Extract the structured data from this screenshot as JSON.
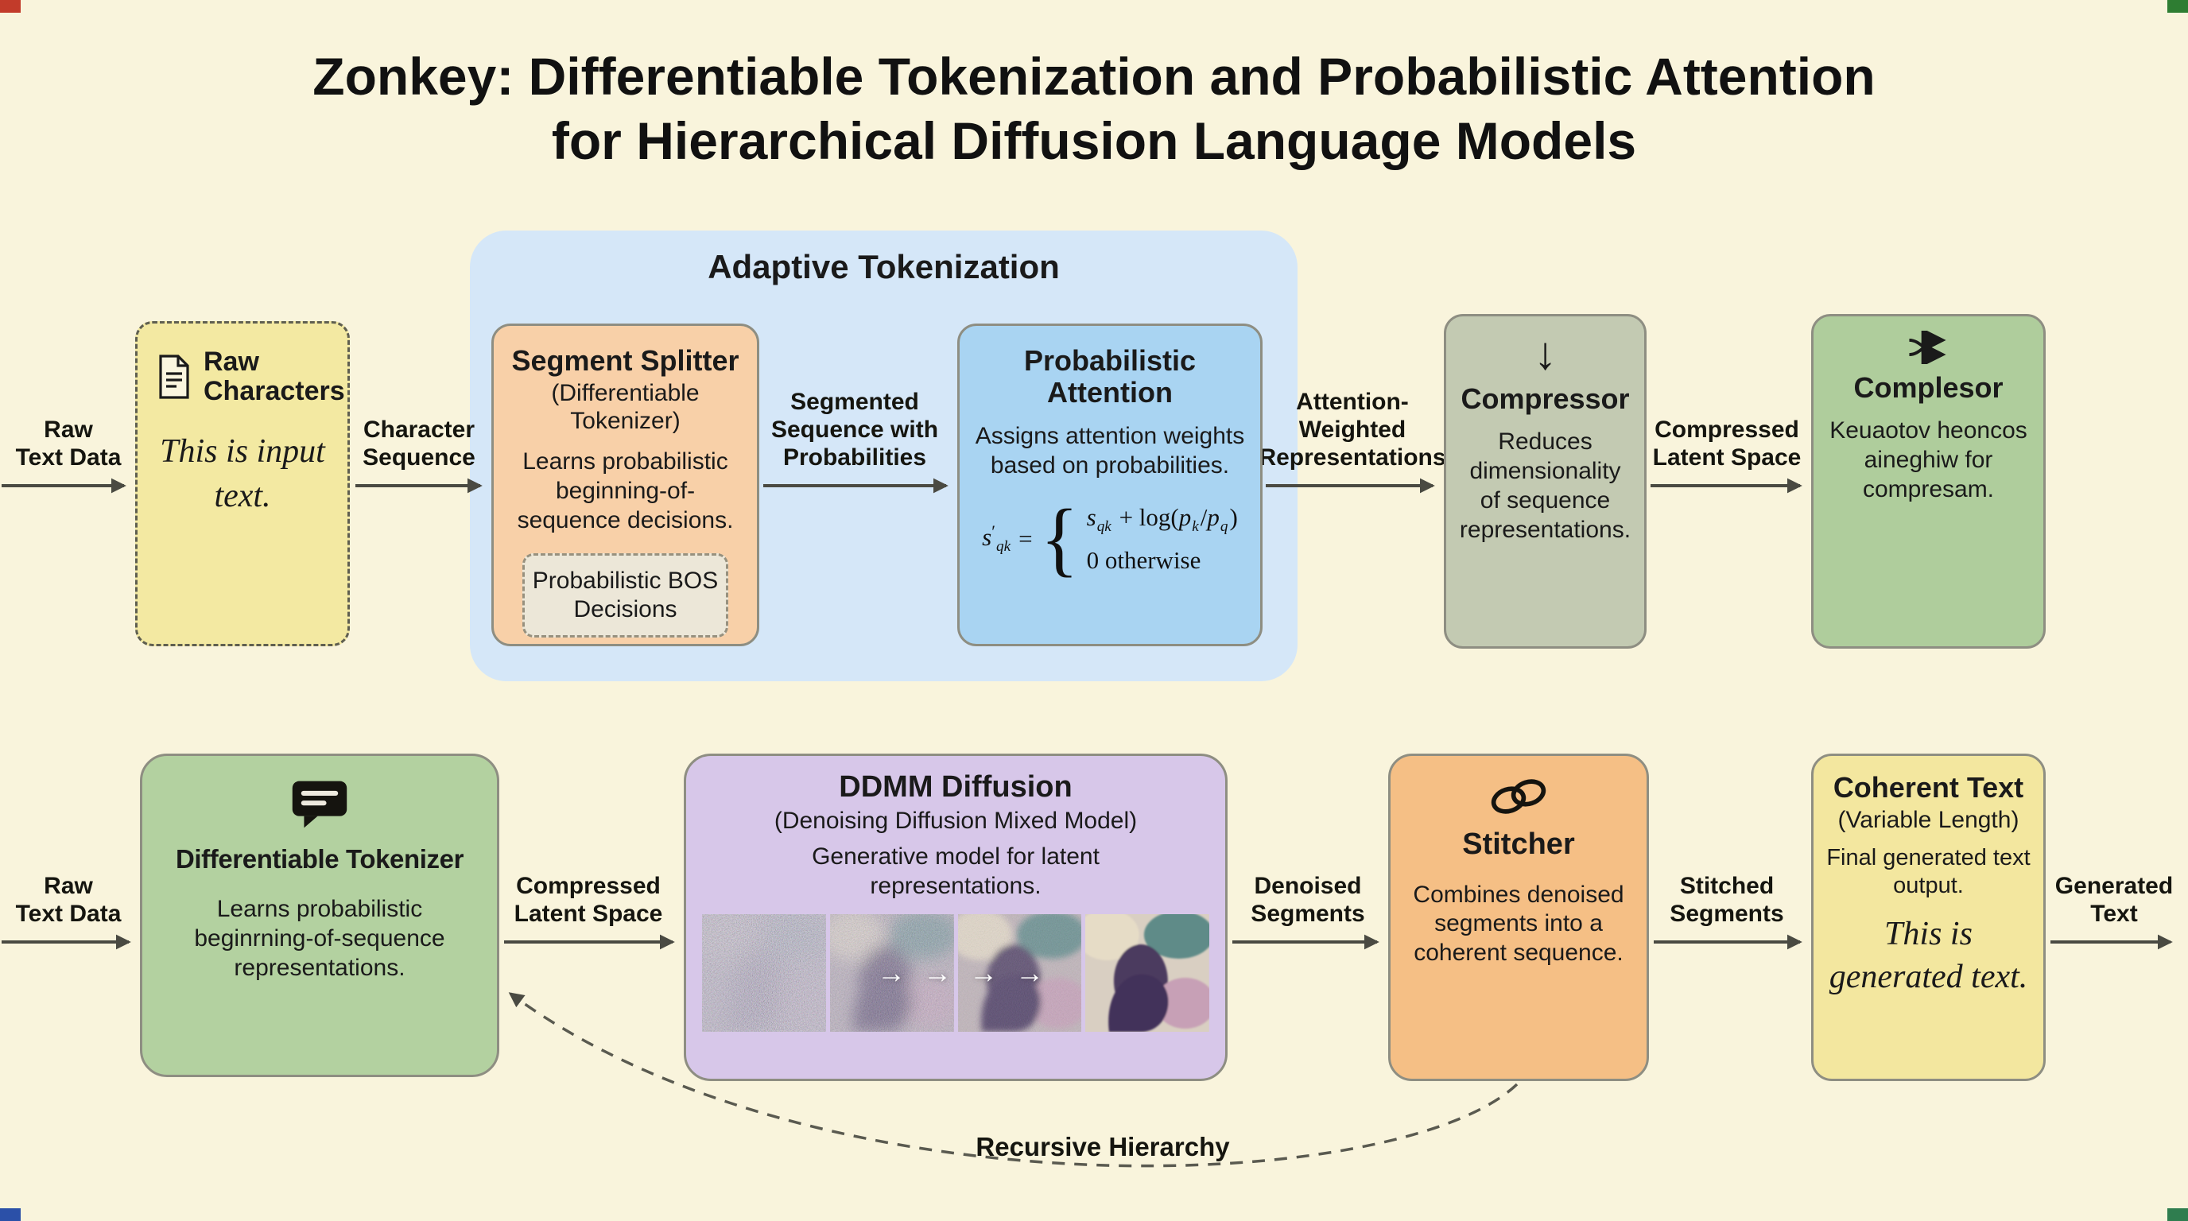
{
  "title": {
    "line1": "Zonkey: Differentiable Tokenization and Probabilistic Attention",
    "line2": "for Hierarchical Diffusion Language Models"
  },
  "colors": {
    "background": "#f9f4dc",
    "adaptive_container": "#d5e7f8",
    "raw_characters": "#f3e9a2",
    "segment_splitter": "#f8d0a8",
    "probabilistic_attention": "#a9d4f2",
    "compressor": "#c3cab2",
    "complesor": "#afcd9c",
    "differentiable_tokenizer": "#b3d1a0",
    "ddmm": "#d7c7e9",
    "stitcher": "#f5bf85",
    "coherent_text": "#f3e79f"
  },
  "corner_markers": {
    "top_left": "#c23b2a",
    "top_right": "#2e7d32",
    "bottom_left": "#2b50a8",
    "bottom_right": "#2f7d4f"
  },
  "top_row": {
    "input_label": "Raw\nText Data",
    "raw_characters": {
      "icon": "document-icon",
      "title": "Raw Characters",
      "sample_text": "This is input text."
    },
    "arrow_character_sequence": "Character\nSequence",
    "adaptive_title": "Adaptive Tokenization",
    "segment_splitter": {
      "title": "Segment Splitter",
      "subtitle": "(Differentiable Tokenizer)",
      "description": "Learns probabilistic beginning-of-sequence decisions.",
      "badge": "Probabilistic BOS Decisions"
    },
    "arrow_segmented": "Segmented\nSequence with\nProbabilities",
    "probabilistic_attention": {
      "title": "Probabilistic Attention",
      "description": "Assigns attention weights based on probabilities.",
      "formula": {
        "lhs_var": "s",
        "lhs_prime": "′",
        "lhs_sub": "qk",
        "equals": "=",
        "brace": "{",
        "case1_var": "s",
        "case1_sub": "qk",
        "case1_mid": " + log(",
        "p1": "p",
        "p1_sub": "k",
        "slash": "/",
        "p2": "p",
        "p2_sub": "q",
        "close": ")",
        "case2": "0 otherwise"
      }
    },
    "arrow_attention": "Attention-\nWeighted\nRepresentations",
    "compressor": {
      "icon": "down-arrow-icon",
      "icon_glyph": "↓",
      "title": "Compressor",
      "description": "Reduces dimensionality of sequence representations."
    },
    "arrow_compressed": "Compressed\nLatent Space",
    "complesor": {
      "icon": "shuffle-arrows-icon",
      "title": "Complesor",
      "description": "Keuaotov heoncos aineghiw for compresam."
    }
  },
  "bottom_row": {
    "input_label": "Raw\nText Data",
    "differentiable_tokenizer": {
      "icon": "speech-bubble-icon",
      "title": "Differentiable Tokenizer",
      "description": "Learns probabilistic beginrning-of-sequence representations."
    },
    "arrow_compressed_latent": "Compressed\nLatent Space",
    "ddmm": {
      "title": "DDMM Diffusion",
      "subtitle": "(Denoising Diffusion Mixed Model)",
      "description": "Generative model for latent representations.",
      "arrows_glyph": "→ → → →"
    },
    "arrow_denoised": "Denoised\nSegments",
    "stitcher": {
      "icon": "chain-link-icon",
      "title": "Stitcher",
      "description": "Combines denoised segments into a coherent sequence."
    },
    "arrow_stitched": "Stitched\nSegments",
    "coherent_text": {
      "title": "Coherent Text",
      "subtitle": "(Variable Length)",
      "description": "Final generated text output.",
      "sample_text": "This is generated text."
    },
    "output_label": "Generated\nText",
    "recursive_label": "Recursive Hierarchy"
  }
}
